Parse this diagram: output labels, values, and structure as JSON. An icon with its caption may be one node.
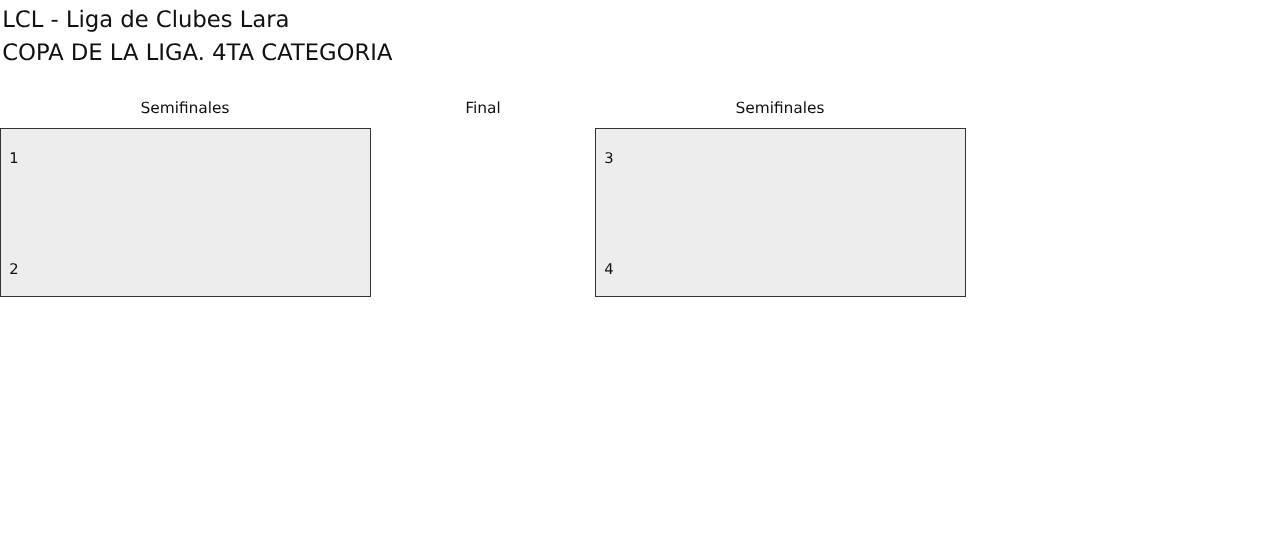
{
  "diagram": {
    "title": "LCL - Liga de Clubes Lara",
    "nodes": [
      {
        "text": [
          "1",
          "2"
        ]
      },
      {
        "text": [
          "3",
          "4"
        ]
      }
    ],
    "labels": [
      "COPA DE LA LIGA. 4TA CATEGORIA",
      "Semifinales",
      "Final",
      "Semifinales"
    ]
  }
}
